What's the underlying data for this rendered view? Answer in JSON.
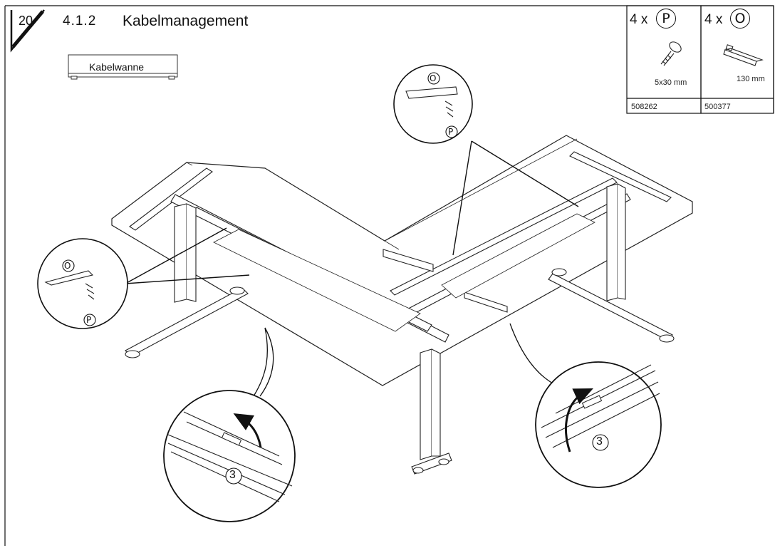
{
  "header": {
    "step_number": "20",
    "section_number": "4.1.2",
    "section_title": "Kabelmanagement"
  },
  "component_label": "Kabelwanne",
  "parts": [
    {
      "quantity": "4 x",
      "letter": "P",
      "dimension": "5x30  mm",
      "article_number": "508262"
    },
    {
      "quantity": "4 x",
      "letter": "O",
      "dimension": "130  mm",
      "article_number": "500377"
    }
  ],
  "detail_callouts": {
    "upper_letters": [
      "O",
      "P"
    ],
    "left_letters": [
      "O",
      "P"
    ],
    "step_marker": "3"
  }
}
